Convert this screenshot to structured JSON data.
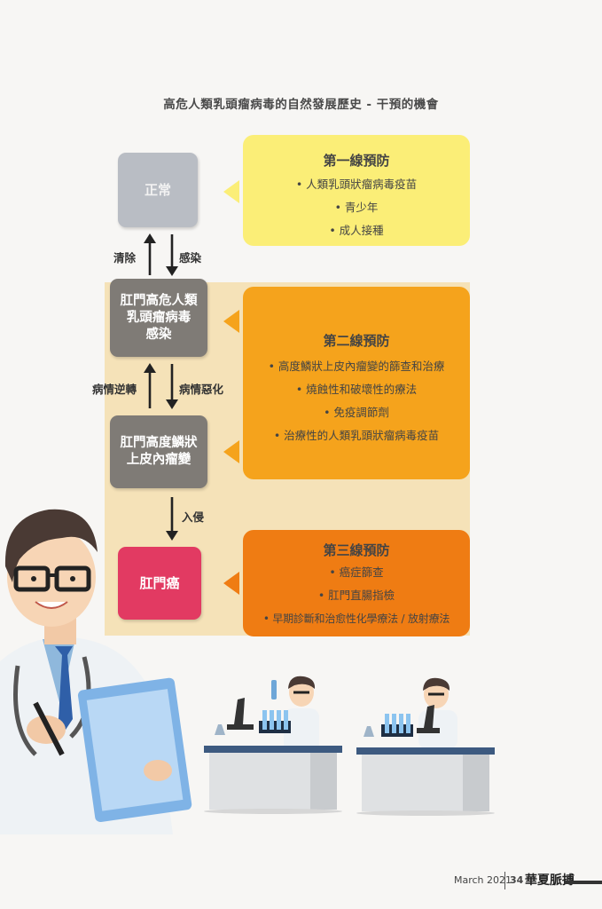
{
  "title": "高危人類乳頭瘤病毒的自然發展歷史 - 干預的機會",
  "stages": {
    "normal": "正常",
    "infection": "肛門高危人類\n乳頭瘤病毒\n感染",
    "lesion": "肛門高度鱗狀\n上皮內瘤變",
    "cancer": "肛門癌"
  },
  "arrows": {
    "clear": "清除",
    "infect": "感染",
    "regress": "病情逆轉",
    "progress": "病情惡化",
    "invade": "入侵"
  },
  "prevention": {
    "first": {
      "title": "第一線預防",
      "items": [
        "人類乳頭狀瘤病毒疫苗",
        "青少年",
        "成人接種"
      ]
    },
    "second": {
      "title": "第二線預防",
      "items": [
        "高度鱗狀上皮內瘤變的篩查和治療",
        "燒蝕性和破壞性的療法",
        "免疫調節劑",
        "治療性的人類乳頭狀瘤病毒疫苗"
      ]
    },
    "third": {
      "title": "第三線預防",
      "items": [
        "癌症篩查",
        "肛門直腸指檢",
        "早期診斷和治愈性化學療法 / 放射療法"
      ]
    }
  },
  "footer": {
    "date": "March 2021",
    "page": "34",
    "brand": "華夏脈搏"
  }
}
